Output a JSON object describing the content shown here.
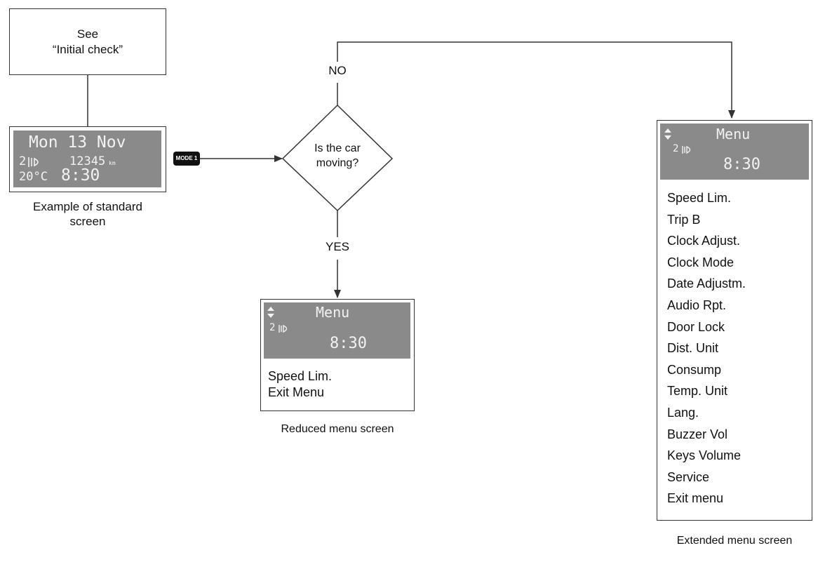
{
  "initial_box": {
    "line1": "See",
    "line2": "“Initial check”"
  },
  "standard_screen": {
    "date": "Mon  13  Nov",
    "gear": "2",
    "odometer": "12345",
    "odometer_unit": "km",
    "temperature": "20°C",
    "time": "8:30",
    "caption_line1": "Example of standard",
    "caption_line2": "screen"
  },
  "mode_button": {
    "label": "MODE 1"
  },
  "decision": {
    "line1": "Is the car",
    "line2": "moving?",
    "no_label": "NO",
    "yes_label": "YES"
  },
  "reduced_menu": {
    "title": "Menu",
    "gear": "2",
    "time": "8:30",
    "items": [
      "Speed Lim.",
      "Exit Menu"
    ],
    "caption": "Reduced menu screen"
  },
  "extended_menu": {
    "title": "Menu",
    "gear": "2",
    "time": "8:30",
    "items": [
      "Speed Lim.",
      "Trip B",
      "Clock Adjust.",
      "Clock Mode",
      "Date Adjustm.",
      "Audio Rpt.",
      "Door Lock",
      "Dist. Unit",
      "Consump",
      "Temp. Unit",
      "Lang.",
      "Buzzer Vol",
      "Keys Volume",
      "Service",
      "Exit menu"
    ],
    "caption": "Extended menu screen"
  }
}
